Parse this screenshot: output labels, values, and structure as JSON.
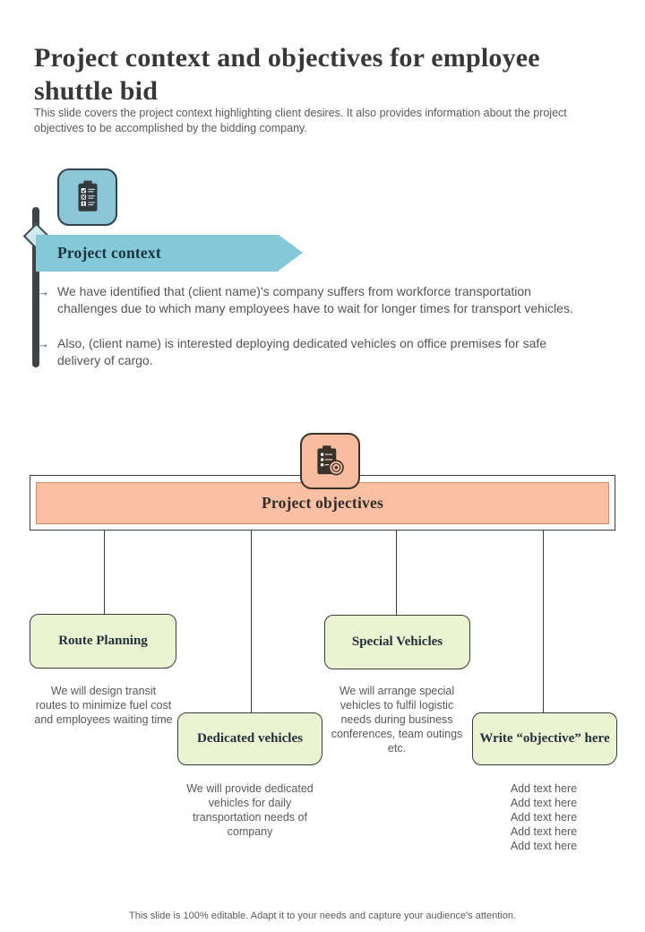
{
  "slide": {
    "title": "Project context and objectives for employee shuttle bid",
    "subtitle": "This slide covers the project context highlighting client desires. It also provides information about the project objectives to be accomplished by the bidding company.",
    "footer": "This slide is 100% editable. Adapt it to your needs and capture your audience's attention."
  },
  "icons": {
    "bullet_arrow": "→"
  },
  "context_section": {
    "heading": "Project context",
    "icon": "checklist-clipboard-icon",
    "bullets": [
      "We have identified that (client name)'s company suffers from workforce transportation challenges due to which many employees have to wait for longer times for transport vehicles.",
      "Also, (client name) is interested deploying dedicated vehicles on office premises for safe delivery of cargo."
    ]
  },
  "objectives_section": {
    "heading": "Project objectives",
    "icon": "target-clipboard-icon",
    "items": [
      {
        "label": "Route Planning",
        "description": "We will design transit routes to minimize fuel cost and employees waiting time"
      },
      {
        "label": "Dedicated vehicles",
        "description": "We will provide dedicated vehicles for daily transportation needs of company"
      },
      {
        "label": "Special Vehicles",
        "description": "We will arrange special vehicles to fulfil logistic needs during business conferences, team outings etc."
      },
      {
        "label": "Write “objective” here",
        "lines": [
          "Add text here",
          "Add text here",
          "Add text here",
          "Add text here",
          "Add text here"
        ]
      }
    ]
  },
  "colors": {
    "teal": "#85c8d8",
    "teal_icon_bg": "#8cc7d7",
    "diamond_fill": "#cfe9f0",
    "peach": "#fbc0a3",
    "peach_icon_bg": "#f9bc9e",
    "green_node": "#eaf3d2",
    "dark_line": "#3c3c3c",
    "body_text_gray": "#595959"
  }
}
